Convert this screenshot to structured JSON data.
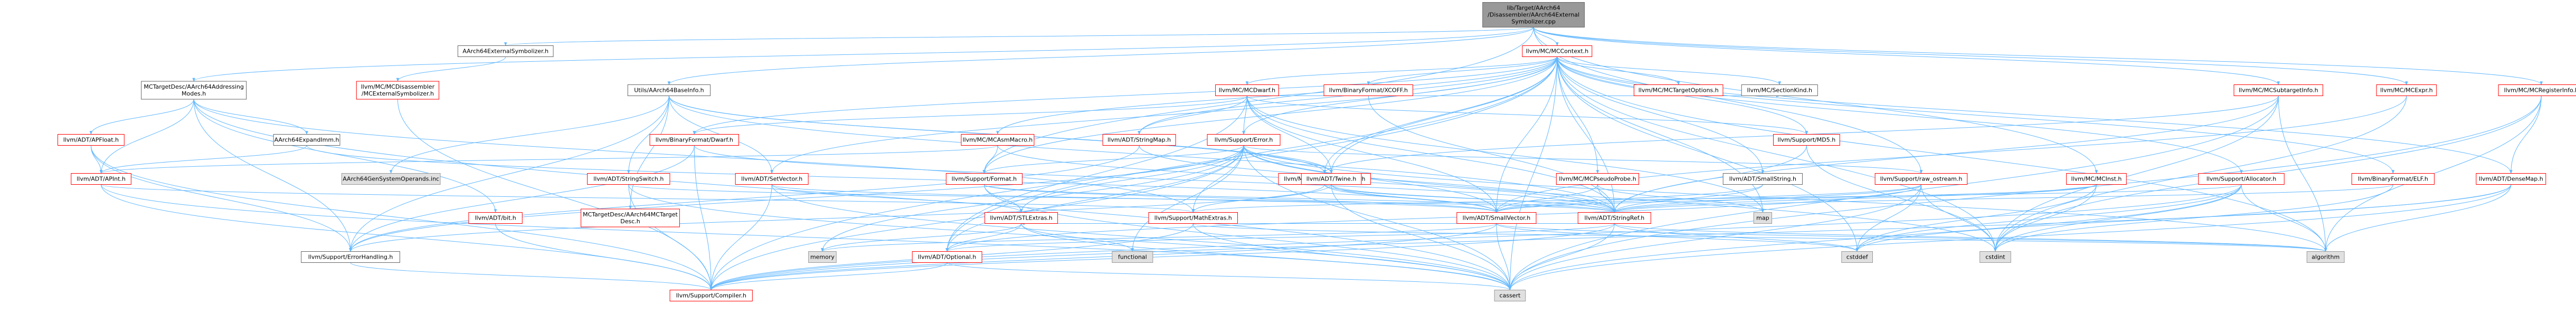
{
  "colors": {
    "edge": "#63b8ff",
    "arrow": "#63b8ff",
    "root_fill": "#999999",
    "root_border": "#666666",
    "linked_border": "#ff0000",
    "plain_border": "#666666",
    "node_fill": "#ffffff",
    "system_fill": "#e0e0e0",
    "system_border": "#999999"
  },
  "root": {
    "lines": [
      "lib/Target/AArch64",
      "/Disassembler/AArch64External",
      "Symbolizer.cpp"
    ]
  },
  "nodes": [
    {
      "id": "ext_h",
      "lines": [
        "AArch64ExternalSymbolizer.h"
      ],
      "kind": "plain"
    },
    {
      "id": "mccontext",
      "lines": [
        "llvm/MC/MCContext.h"
      ],
      "kind": "linked"
    },
    {
      "id": "addrmodes",
      "lines": [
        "MCTargetDesc/AArch64Addressing",
        "Modes.h"
      ],
      "kind": "plain"
    },
    {
      "id": "mcexternsym",
      "lines": [
        "llvm/MC/MCDisassembler",
        "/MCExternalSymbolizer.h"
      ],
      "kind": "linked"
    },
    {
      "id": "utils_base",
      "lines": [
        "Utils/AArch64BaseInfo.h"
      ],
      "kind": "plain"
    },
    {
      "id": "mcdwarf",
      "lines": [
        "llvm/MC/MCDwarf.h"
      ],
      "kind": "linked"
    },
    {
      "id": "xcoff",
      "lines": [
        "llvm/BinaryFormat/XCOFF.h"
      ],
      "kind": "linked"
    },
    {
      "id": "mctargetopts",
      "lines": [
        "llvm/MC/MCTargetOptions.h"
      ],
      "kind": "linked"
    },
    {
      "id": "mcsectionkind",
      "lines": [
        "llvm/MC/SectionKind.h"
      ],
      "kind": "plain"
    },
    {
      "id": "mcsubtargetinfo",
      "lines": [
        "llvm/MC/MCSubtargetInfo.h"
      ],
      "kind": "linked"
    },
    {
      "id": "mcexpr",
      "lines": [
        "llvm/MC/MCExpr.h"
      ],
      "kind": "linked"
    },
    {
      "id": "mcreginfo",
      "lines": [
        "llvm/MC/MCRegisterInfo.h"
      ],
      "kind": "linked"
    },
    {
      "id": "apfloat",
      "lines": [
        "llvm/ADT/APFloat.h"
      ],
      "kind": "linked"
    },
    {
      "id": "aarch64expand",
      "lines": [
        "AArch64ExpandImm.h"
      ],
      "kind": "plain"
    },
    {
      "id": "bf_dwarf",
      "lines": [
        "llvm/BinaryFormat/Dwarf.h"
      ],
      "kind": "linked"
    },
    {
      "id": "mcasmmacro",
      "lines": [
        "llvm/MC/MCAsmMacro.h"
      ],
      "kind": "linked"
    },
    {
      "id": "stringmap",
      "lines": [
        "llvm/ADT/StringMap.h"
      ],
      "kind": "linked"
    },
    {
      "id": "sup_error",
      "lines": [
        "llvm/Support/Error.h"
      ],
      "kind": "linked"
    },
    {
      "id": "sup_md5",
      "lines": [
        "llvm/Support/MD5.h"
      ],
      "kind": "linked"
    },
    {
      "id": "apint",
      "lines": [
        "llvm/ADT/APInt.h"
      ],
      "kind": "linked"
    },
    {
      "id": "gensysops",
      "lines": [
        "AArch64GenSystemOperands.inc"
      ],
      "kind": "system"
    },
    {
      "id": "stringswitch",
      "lines": [
        "llvm/ADT/StringSwitch.h"
      ],
      "kind": "linked"
    },
    {
      "id": "setvector",
      "lines": [
        "llvm/ADT/SetVector.h"
      ],
      "kind": "linked"
    },
    {
      "id": "sup_format",
      "lines": [
        "llvm/Support/Format.h"
      ],
      "kind": "linked"
    },
    {
      "id": "subtargetfeat",
      "lines": [
        "llvm/MC/SubtargetFeature.h"
      ],
      "kind": "linked"
    },
    {
      "id": "twine",
      "lines": [
        "llvm/ADT/Twine.h"
      ],
      "kind": "linked"
    },
    {
      "id": "pseudoprobe",
      "lines": [
        "llvm/MC/MCPseudoProbe.h"
      ],
      "kind": "linked"
    },
    {
      "id": "smallstring",
      "lines": [
        "llvm/ADT/SmallString.h"
      ],
      "kind": "plain"
    },
    {
      "id": "raw_ostream",
      "lines": [
        "llvm/Support/raw_ostream.h"
      ],
      "kind": "linked"
    },
    {
      "id": "mcinst",
      "lines": [
        "llvm/MC/MCInst.h"
      ],
      "kind": "linked"
    },
    {
      "id": "allocator",
      "lines": [
        "llvm/Support/Allocator.h"
      ],
      "kind": "linked"
    },
    {
      "id": "bf_elf",
      "lines": [
        "llvm/BinaryFormat/ELF.h"
      ],
      "kind": "linked"
    },
    {
      "id": "densemap",
      "lines": [
        "llvm/ADT/DenseMap.h"
      ],
      "kind": "linked"
    },
    {
      "id": "bitset",
      "lines": [
        "llvm/ADT/bit.h"
      ],
      "kind": "linked"
    },
    {
      "id": "mctargetdesc",
      "lines": [
        "MCTargetDesc/AArch64MCTarget",
        "Desc.h"
      ],
      "kind": "linked"
    },
    {
      "id": "stlextras",
      "lines": [
        "llvm/ADT/STLExtras.h"
      ],
      "kind": "linked"
    },
    {
      "id": "mathextras",
      "lines": [
        "llvm/Support/MathExtras.h"
      ],
      "kind": "linked"
    },
    {
      "id": "smallvector",
      "lines": [
        "llvm/ADT/SmallVector.h"
      ],
      "kind": "linked"
    },
    {
      "id": "map",
      "lines": [
        "map"
      ],
      "kind": "system"
    },
    {
      "id": "stringref",
      "lines": [
        "llvm/ADT/StringRef.h"
      ],
      "kind": "linked"
    },
    {
      "id": "errhandling",
      "lines": [
        "llvm/Support/ErrorHandling.h"
      ],
      "kind": "plain"
    },
    {
      "id": "memory",
      "lines": [
        "memory"
      ],
      "kind": "system"
    },
    {
      "id": "functional",
      "lines": [
        "functional"
      ],
      "kind": "system"
    },
    {
      "id": "optional",
      "lines": [
        "llvm/ADT/Optional.h"
      ],
      "kind": "linked"
    },
    {
      "id": "cstddef",
      "lines": [
        "cstddef"
      ],
      "kind": "system"
    },
    {
      "id": "cstdint",
      "lines": [
        "cstdint"
      ],
      "kind": "system"
    },
    {
      "id": "algorithm",
      "lines": [
        "algorithm"
      ],
      "kind": "system"
    },
    {
      "id": "compiler",
      "lines": [
        "llvm/Support/Compiler.h"
      ],
      "kind": "linked"
    },
    {
      "id": "cassert",
      "lines": [
        "cassert"
      ],
      "kind": "system"
    }
  ]
}
